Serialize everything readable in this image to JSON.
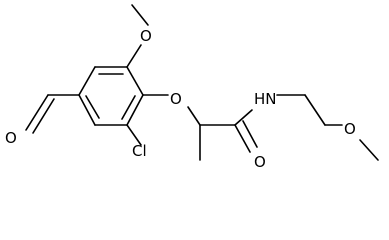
{
  "structure": {
    "atoms": {
      "O_methoxy_top": "O",
      "O_ether": "O",
      "O_aldehyde": "O",
      "Cl": "Cl",
      "NH": "HN",
      "O_carbonyl": "O",
      "O_methoxy_right": "O"
    }
  }
}
